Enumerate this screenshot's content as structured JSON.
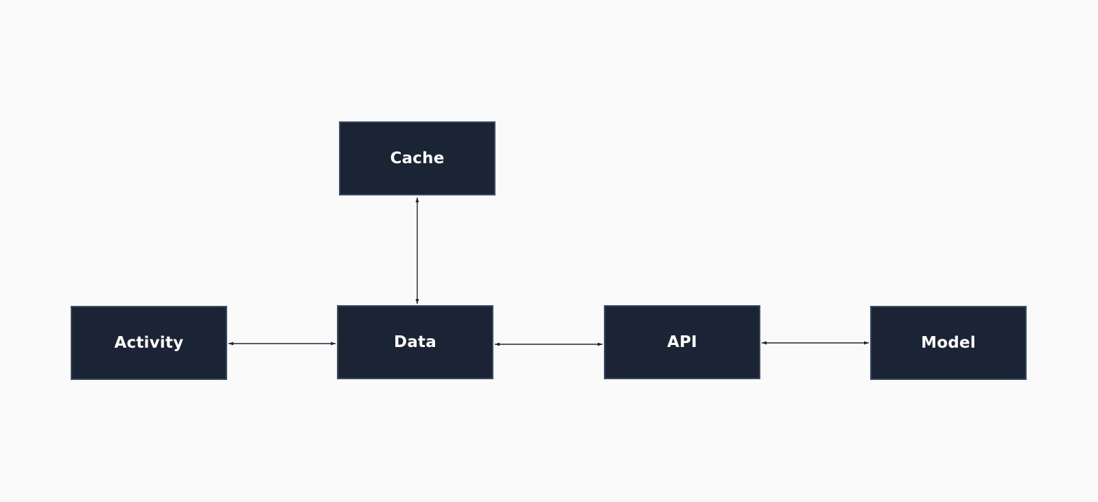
{
  "diagram": {
    "nodes": [
      {
        "id": "cache",
        "label": "Cache"
      },
      {
        "id": "activity",
        "label": "Activity"
      },
      {
        "id": "data",
        "label": "Data"
      },
      {
        "id": "api",
        "label": "API"
      },
      {
        "id": "model",
        "label": "Model"
      }
    ],
    "edges": [
      {
        "from": "data",
        "to": "cache",
        "direction": "both"
      },
      {
        "from": "activity",
        "to": "data",
        "direction": "both"
      },
      {
        "from": "data",
        "to": "api",
        "direction": "both"
      },
      {
        "from": "api",
        "to": "model",
        "direction": "both"
      }
    ]
  },
  "colors": {
    "background": "#fafafa",
    "node_fill": "#1b2434",
    "node_border": "#3a4a63",
    "node_text": "#ffffff",
    "edge": "#1b2434"
  }
}
